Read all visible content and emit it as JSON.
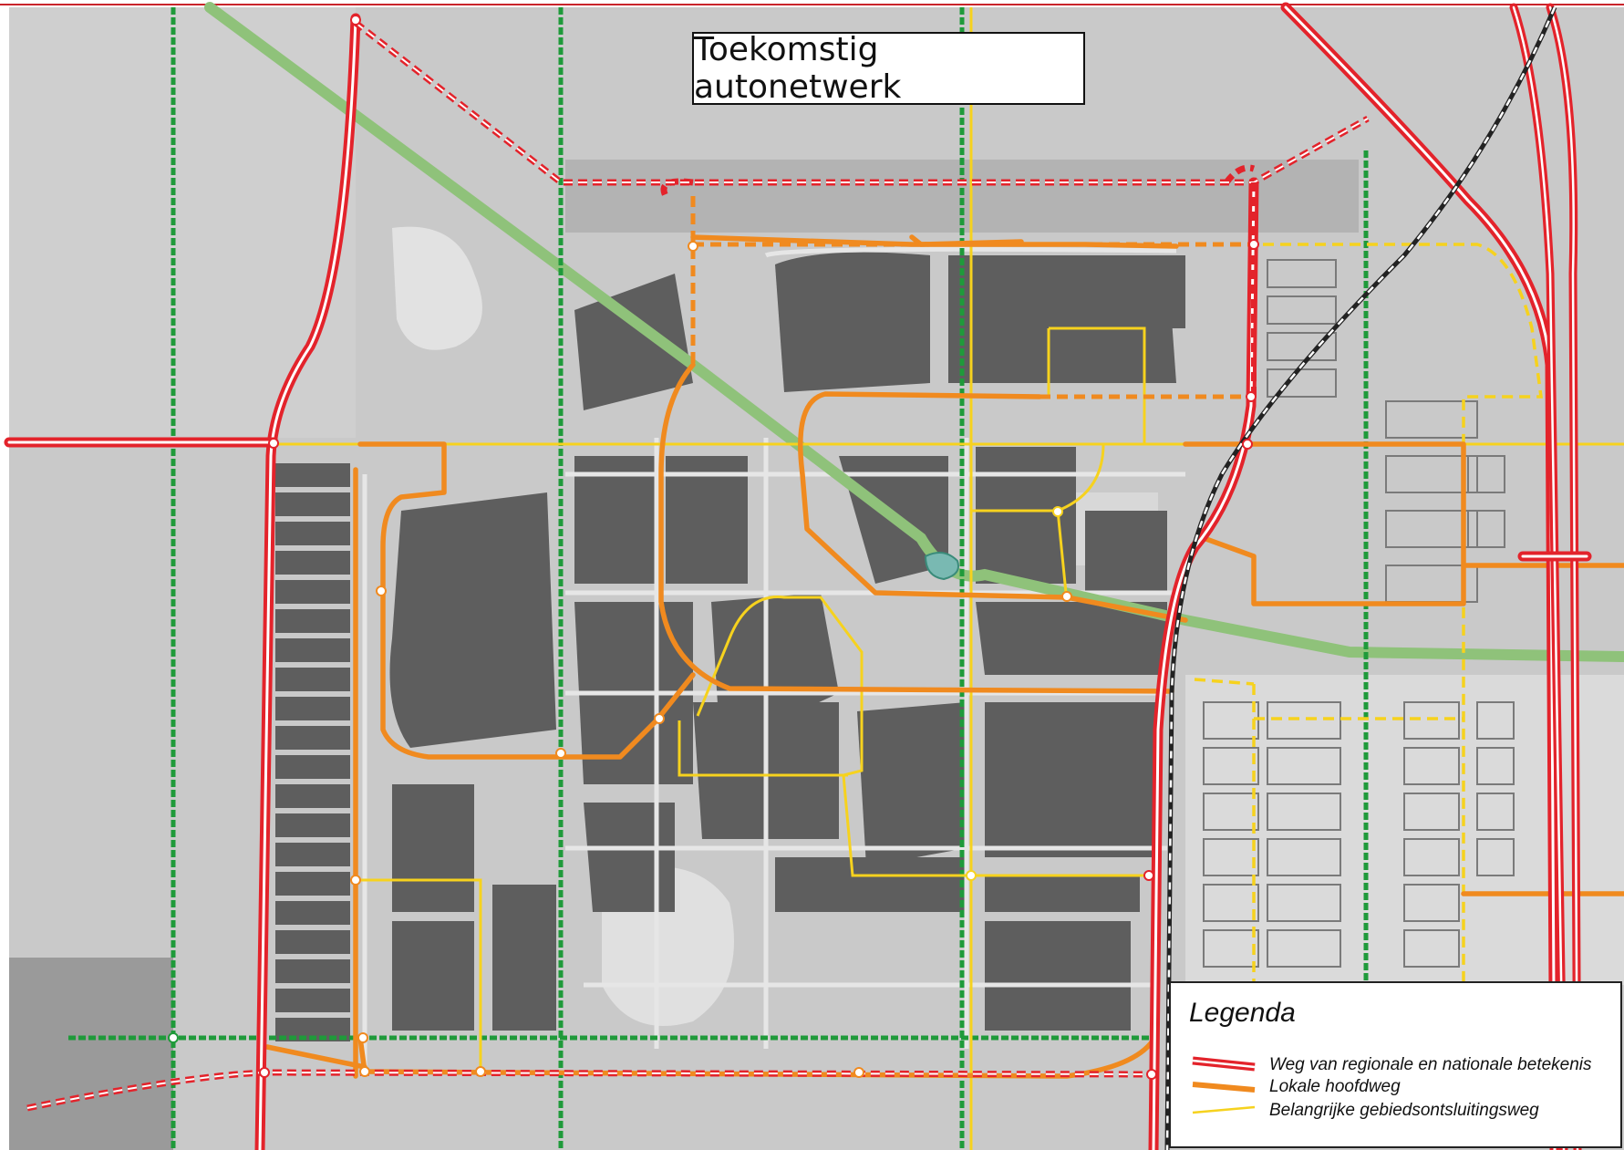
{
  "map": {
    "title": "Toekomstig autonetwerk",
    "colors": {
      "background": "#c9c9c9",
      "area_light": "#d6d6d6",
      "area_mid": "#b9b9b9",
      "block": "#5e5e5e",
      "street": "#e4e4e4",
      "regional_road": "#e3232b",
      "local_main_road": "#f08a1f",
      "access_road": "#f6d21e",
      "green_route": "#1f9a3a",
      "rail": "#222222",
      "green_strip": "#8fc27a"
    },
    "legend": {
      "heading": "Legenda",
      "items": [
        {
          "label": "Weg van regionale en nationale betekenis",
          "color": "#e3232b",
          "style": "double"
        },
        {
          "label": "Lokale hoofdweg",
          "color": "#f08a1f",
          "style": "solid"
        },
        {
          "label": "Belangrijke gebiedsontsluitingsweg",
          "color": "#f6d21e",
          "style": "thin"
        }
      ]
    }
  }
}
